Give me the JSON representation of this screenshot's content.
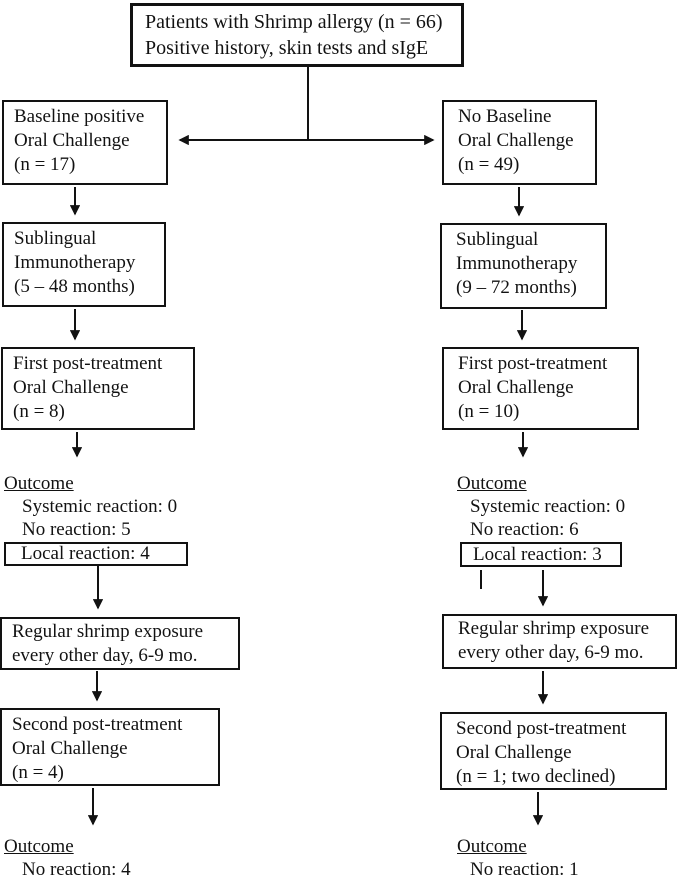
{
  "colors": {
    "ink": "#121212",
    "background": "#ffffff"
  },
  "title_box": {
    "line1": "Patients with Shrimp allergy (n = 66)",
    "line2": "Positive history, skin tests and sIgE"
  },
  "left_branch": {
    "baseline_challenge": {
      "line1": "Baseline positive",
      "line2": "Oral Challenge",
      "line3": "(n = 17)"
    },
    "immunotherapy": {
      "line1": "Sublingual",
      "line2": "Immunotherapy",
      "line3": "(5 – 48 months)"
    },
    "first_challenge": {
      "line1": "First post-treatment",
      "line2": "Oral Challenge",
      "line3": "(n = 8)"
    },
    "first_outcome": {
      "heading": "Outcome",
      "systemic": "Systemic reaction: 0",
      "no_reaction": "No reaction: 5",
      "local_reaction_boxed": "Local reaction: 4"
    },
    "exposure": {
      "line1": "Regular shrimp exposure",
      "line2": "every other day, 6-9 mo."
    },
    "second_challenge": {
      "line1": "Second post-treatment",
      "line2": "Oral Challenge",
      "line3": "(n = 4)"
    },
    "second_outcome": {
      "heading": "Outcome",
      "no_reaction": "No reaction: 4"
    }
  },
  "right_branch": {
    "baseline_challenge": {
      "line1": "No Baseline",
      "line2": "Oral Challenge",
      "line3": "(n = 49)"
    },
    "immunotherapy": {
      "line1": "Sublingual",
      "line2": "Immunotherapy",
      "line3": "(9 – 72 months)"
    },
    "first_challenge": {
      "line1": "First post-treatment",
      "line2": "Oral Challenge",
      "line3": "(n = 10)"
    },
    "first_outcome": {
      "heading": "Outcome",
      "systemic": "Systemic reaction: 0",
      "no_reaction": "No reaction: 6",
      "local_reaction_boxed": "Local reaction: 3"
    },
    "exposure": {
      "line1": "Regular shrimp exposure",
      "line2": "every other day, 6-9 mo."
    },
    "second_challenge": {
      "line1": "Second post-treatment",
      "line2": "Oral Challenge",
      "line3": "(n = 1; two declined)"
    },
    "second_outcome": {
      "heading": "Outcome",
      "no_reaction": "No reaction: 1"
    }
  }
}
